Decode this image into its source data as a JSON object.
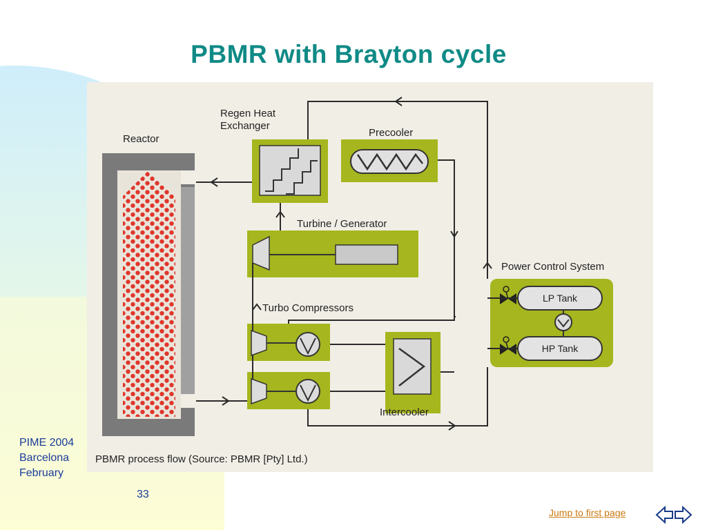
{
  "slide": {
    "title": "PBMR with Brayton cycle",
    "footer_lines": [
      "PIME 2004",
      "Barcelona",
      "February"
    ],
    "page_number": "33",
    "jump_link": "Jump to first page"
  },
  "diagram": {
    "labels": {
      "reactor": "Reactor",
      "regen_line1": "Regen Heat",
      "regen_line2": "Exchanger",
      "precooler": "Precooler",
      "turbine": "Turbine / Generator",
      "power_control": "Power Control System",
      "lp_tank": "LP Tank",
      "hp_tank": "HP Tank",
      "turbo_compressors": "Turbo Compressors",
      "intercooler": "Intercooler",
      "caption": "PBMR process flow (Source: PBMR [Pty] Ltd.)"
    },
    "colors": {
      "component_green": "#a6b61e",
      "background": "#f1eee6",
      "pebble": "#e0362b",
      "vessel": "#777777",
      "pipe": "#2a2a2a",
      "footer_text": "#1a3c9a",
      "title": "#0f8a86"
    },
    "icons": [
      "valve-icon",
      "pump-icon",
      "compressor-icon",
      "turbine-icon",
      "heat-exchanger-icon",
      "navigation-arrows-icon"
    ]
  }
}
